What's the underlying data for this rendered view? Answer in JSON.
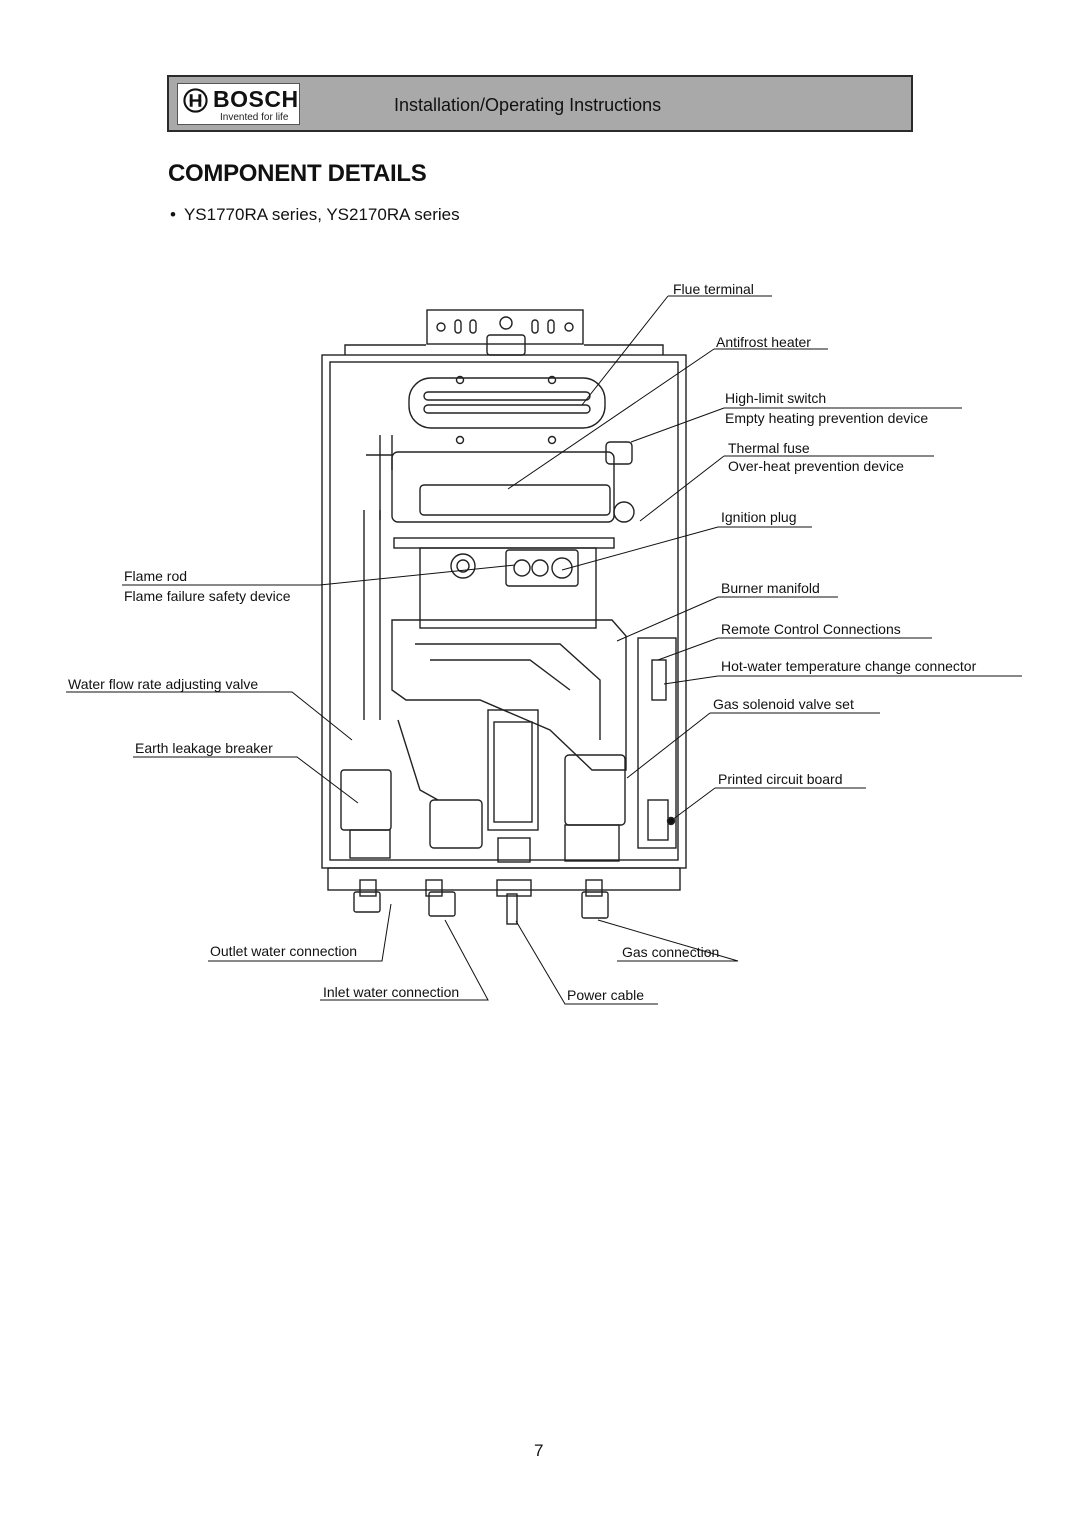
{
  "header": {
    "brand": "BOSCH",
    "tagline": "Invented for life",
    "title": "Installation/Operating Instructions"
  },
  "page_title": "COMPONENT DETAILS",
  "series": "YS1770RA series, YS2170RA series",
  "callouts": {
    "flue_terminal": "Flue terminal",
    "antifrost_heater": "Antifrost heater",
    "high_limit_switch": "High-limit switch",
    "empty_heating": "Empty heating prevention device",
    "thermal_fuse": "Thermal fuse",
    "over_heat": "Over-heat prevention device",
    "ignition_plug": "Ignition plug",
    "flame_rod": "Flame rod",
    "flame_failure": "Flame failure safety device",
    "burner_manifold": "Burner manifold",
    "remote_control": "Remote Control Connections",
    "hot_water_temp": "Hot-water temperature change connector",
    "water_flow": "Water flow rate adjusting valve",
    "gas_solenoid": "Gas solenoid valve set",
    "earth_leakage": "Earth leakage breaker",
    "pcb": "Printed circuit board",
    "outlet_water": "Outlet water connection",
    "gas_connection": "Gas connection",
    "inlet_water": "Inlet water connection",
    "power_cable": "Power cable"
  },
  "page_number": "7"
}
